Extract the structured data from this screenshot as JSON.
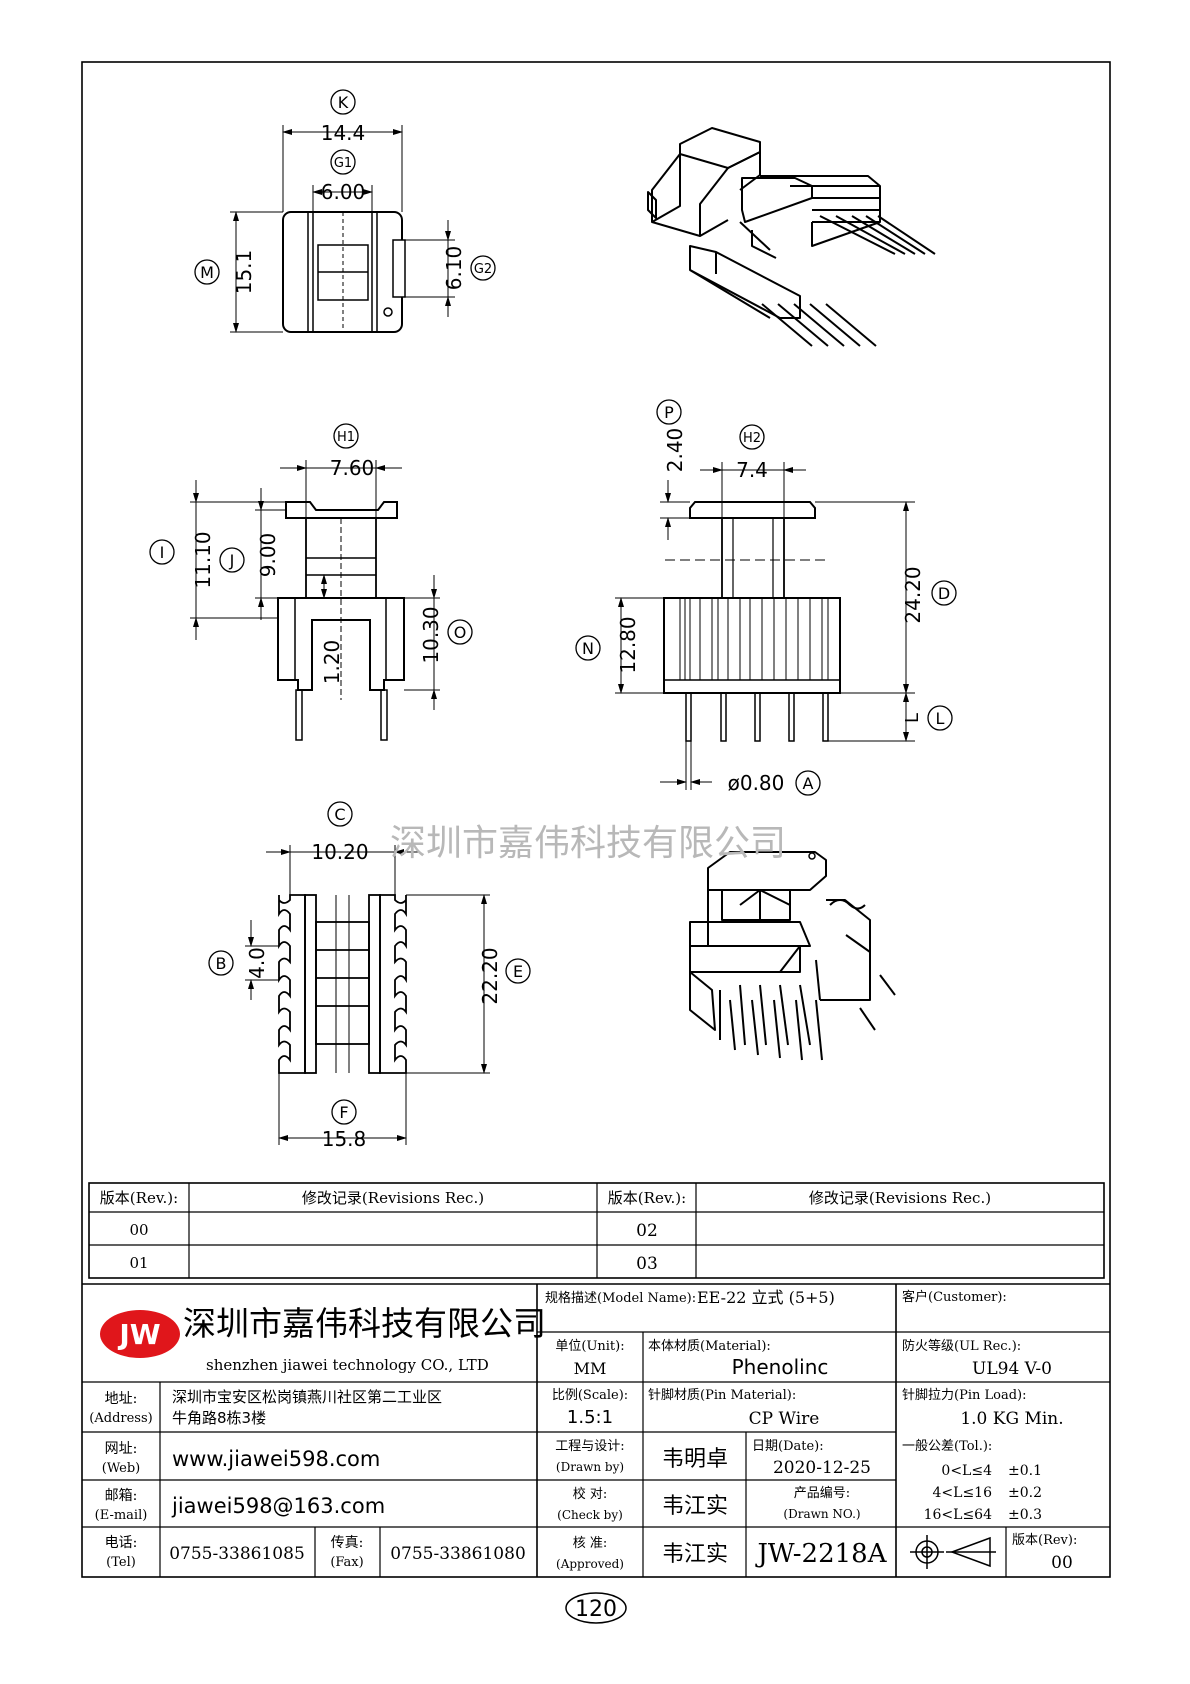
{
  "dimensions": {
    "K": {
      "letter": "K",
      "value": "14.4"
    },
    "G1": {
      "letter": "G1",
      "value": "6.00"
    },
    "M": {
      "letter": "M",
      "value": "15.1"
    },
    "G2": {
      "letter": "G2",
      "value": "6.10"
    },
    "H1": {
      "letter": "H1",
      "value": "7.60"
    },
    "I": {
      "letter": "I",
      "value": "11.10"
    },
    "J": {
      "letter": "J",
      "value": "9.00"
    },
    "O": {
      "letter": "O",
      "value": "10.30"
    },
    "inner": {
      "value": "1.20"
    },
    "P": {
      "letter": "P",
      "value": "2.40"
    },
    "H2": {
      "letter": "H2",
      "value": "7.4"
    },
    "D": {
      "letter": "D",
      "value": "24.20"
    },
    "N": {
      "letter": "N",
      "value": "12.80"
    },
    "L": {
      "letter": "L",
      "value": "L"
    },
    "A": {
      "letter": "A",
      "value": "ø0.80"
    },
    "C": {
      "letter": "C",
      "value": "10.20"
    },
    "B": {
      "letter": "B",
      "value": "4.0"
    },
    "E": {
      "letter": "E",
      "value": "22.20"
    },
    "F": {
      "letter": "F",
      "value": "15.8"
    }
  },
  "watermark": "深圳市嘉伟科技有限公司",
  "revisions": {
    "head_rev": "版本(Rev.):",
    "head_rec": "修改记录(Revisions Rec.)",
    "rows": [
      {
        "left": "00",
        "right": "02"
      },
      {
        "left": "01",
        "right": "03"
      }
    ]
  },
  "company": {
    "logo": "JW",
    "name_cn": "深圳市嘉伟科技有限公司",
    "name_en": "shenzhen  jiawei  technology  CO., LTD"
  },
  "address": {
    "label_cn": "地址:",
    "label_en": "(Address)",
    "line1": "深圳市宝安区松岗镇燕川社区第二工业区",
    "line2": "牛角路8栋3楼"
  },
  "web": {
    "label_cn": "网址:",
    "label_en": "(Web)",
    "value": "www.jiawei598.com"
  },
  "email": {
    "label_cn": "邮箱:",
    "label_en": "(E-mail)",
    "value": "jiawei598@163.com"
  },
  "tel": {
    "label_cn": "电话:",
    "label_en": "(Tel)",
    "value": "0755-33861085"
  },
  "fax": {
    "label_cn": "传真:",
    "label_en": "(Fax)",
    "value": "0755-33861080"
  },
  "model": {
    "label": "规格描述(Model Name):",
    "value": "EE-22 立式 (5+5)"
  },
  "customer": {
    "label": "客户(Customer):",
    "value": ""
  },
  "unit": {
    "label": "单位(Unit):",
    "value": "MM"
  },
  "material": {
    "label": "本体材质(Material):",
    "value": "Phenolinc"
  },
  "ul": {
    "label": "防火等级(UL Rec.):",
    "value": "UL94 V-0"
  },
  "scale": {
    "label": "比例(Scale):",
    "value": "1.5:1"
  },
  "pin_material": {
    "label": "针脚材质(Pin Material):",
    "value": "CP Wire"
  },
  "pin_load": {
    "label": "针脚拉力(Pin Load):",
    "value": "1.0 KG Min."
  },
  "drawn_by": {
    "label_cn": "工程与设计:",
    "label_en": "(Drawn by)",
    "value": "韦明卓"
  },
  "date": {
    "label": "日期(Date):",
    "value": "2020-12-25"
  },
  "tolerance": {
    "label": "一般公差(Tol.):",
    "rows": [
      {
        "range": "0<L≤4",
        "tol": "±0.1"
      },
      {
        "range": "4<L≤16",
        "tol": "±0.2"
      },
      {
        "range": "16<L≤64",
        "tol": "±0.3"
      }
    ]
  },
  "check_by": {
    "label_cn": "校  对:",
    "label_en": "(Check by)",
    "value": "韦江实"
  },
  "drawn_no": {
    "label_cn": "产品编号:",
    "label_en": "(Drawn NO.)",
    "value": "JW-2218A"
  },
  "approved": {
    "label_cn": "核  准:",
    "label_en": "(Approved)",
    "value": "韦江实"
  },
  "rev": {
    "label": "版本(Rev):",
    "value": "00"
  },
  "page_number": "120"
}
